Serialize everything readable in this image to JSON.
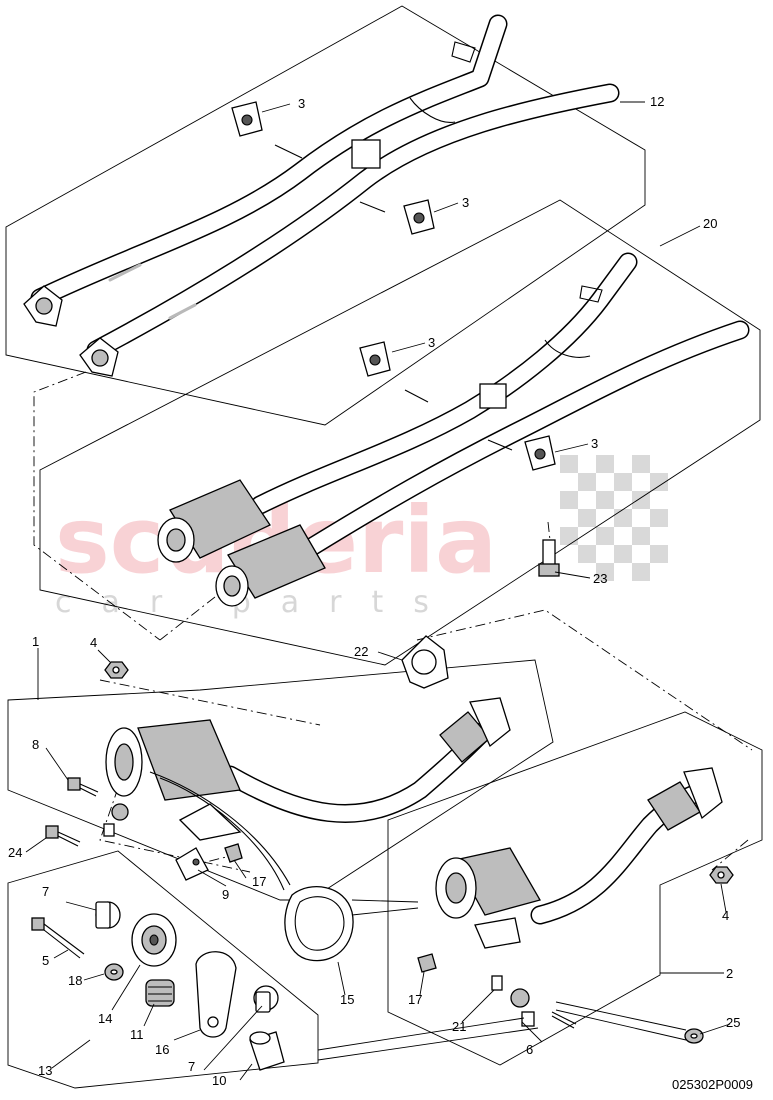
{
  "watermark": {
    "brand": "scuderia",
    "tagline": "car parts"
  },
  "document_number": "025302P0009",
  "callouts": {
    "c1": "1",
    "c2": "2",
    "c3a": "3",
    "c3b": "3",
    "c3c": "3",
    "c3d": "3",
    "c4a": "4",
    "c4b": "4",
    "c5": "5",
    "c6": "6",
    "c7a": "7",
    "c7b": "7",
    "c8": "8",
    "c9": "9",
    "c10": "10",
    "c11": "11",
    "c12": "12",
    "c13": "13",
    "c14": "14",
    "c15": "15",
    "c16": "16",
    "c17a": "17",
    "c17b": "17",
    "c18": "18",
    "c20": "20",
    "c21": "21",
    "c22": "22",
    "c23": "23",
    "c24": "24",
    "c25": "25"
  }
}
